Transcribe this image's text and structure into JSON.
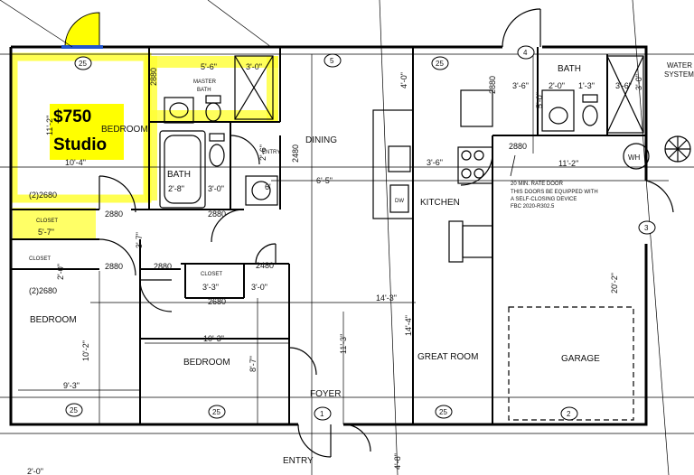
{
  "highlight": {
    "price": "$750",
    "label": "Studio",
    "color": "#ffff00"
  },
  "rooms": {
    "bedroom_master": "BEDROOM",
    "master_bath_1": "MASTER",
    "master_bath_2": "BATH",
    "bath_main": "BATH",
    "dining": "DINING",
    "entry_small": "ENTRY",
    "kitchen": "KITCHEN",
    "bath_right": "BATH",
    "water_1": "WATER",
    "water_2": "SYSTEM",
    "wh": "WH",
    "closet_1": "CLOSET",
    "closet_2": "CLOSET",
    "closet_3": "CLOSET",
    "bedroom_left": "BEDROOM",
    "bedroom_mid": "BEDROOM",
    "foyer": "FOYER",
    "great_room": "GREAT ROOM",
    "garage": "GARAGE",
    "entry": "ENTRY",
    "dw": "DW"
  },
  "door_note": [
    "20 MIN. RATE DOOR",
    "THIS DOORS BE EQUIPPED WITH",
    "A SELF-CLOSING DEVICE",
    "FBC 2020-R302.5"
  ],
  "dimensions": {
    "d1": "5'-6\"",
    "d2": "3'-0\"",
    "d3": "2880",
    "d4": "4'-0\"",
    "d5": "2880",
    "d6": "3'-6\"",
    "d7": "2'-0\"",
    "d8": "1'-3\"",
    "d9": "3'-6\"",
    "d10": "5'-0\"",
    "d11": "11'-2\"",
    "d12": "10'-4\"",
    "d13": "2'-6\"",
    "d14": "2480",
    "d15": "2'-8\"",
    "d16": "3'-0\"",
    "d17": "6'-5\"",
    "d18": "3'-6\"",
    "d19": "2880",
    "d20": "11'-2\"",
    "d21": "(2)2680",
    "d22": "5'-7\"",
    "d23": "2880",
    "d24": "2880",
    "d25": "3'-7\"",
    "d26": "2880",
    "d27": "2880",
    "d28": "2'-0\"",
    "d29": "(2)2680",
    "d30": "2480",
    "d31": "3'-3\"",
    "d32": "3'-0\"",
    "d33": "2680",
    "d34": "14'-3\"",
    "d35": "14'-4\"",
    "d36": "20'-2\"",
    "d37": "10'-3\"",
    "d38": "10'-2\"",
    "d39": "8'-7\"",
    "d40": "11'-3\"",
    "d41": "9'-3\"",
    "d42": "4'-8\"",
    "d43": "2'-0\"",
    "d44": "3'-0\"",
    "d45": "6'"
  },
  "markers": [
    "25",
    "5",
    "25",
    "4",
    "25",
    "25",
    "1",
    "25",
    "2",
    "3"
  ]
}
